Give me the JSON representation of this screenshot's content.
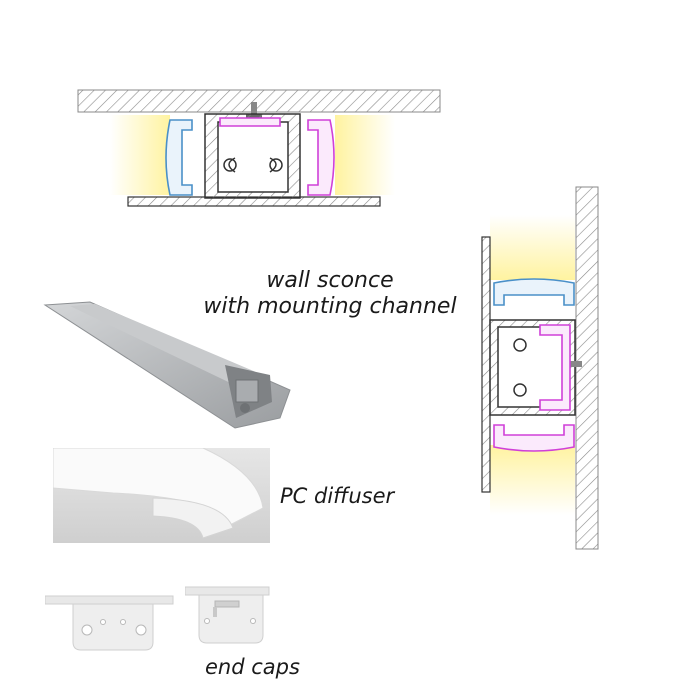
{
  "labels": {
    "wall_sconce_line1": "wall sconce",
    "wall_sconce_line2": "with mounting channel",
    "diffuser": "PC diffuser",
    "end_caps": "end caps"
  },
  "colors": {
    "hatch": "#8a8a8a",
    "profile_stroke": "#333333",
    "blue_diffuser": "#4a90c8",
    "magenta_diffuser": "#d040d8",
    "light_glow": "#fff6b0",
    "aluminium": "#b9bcbf",
    "cap_fill": "#eeeeee"
  }
}
